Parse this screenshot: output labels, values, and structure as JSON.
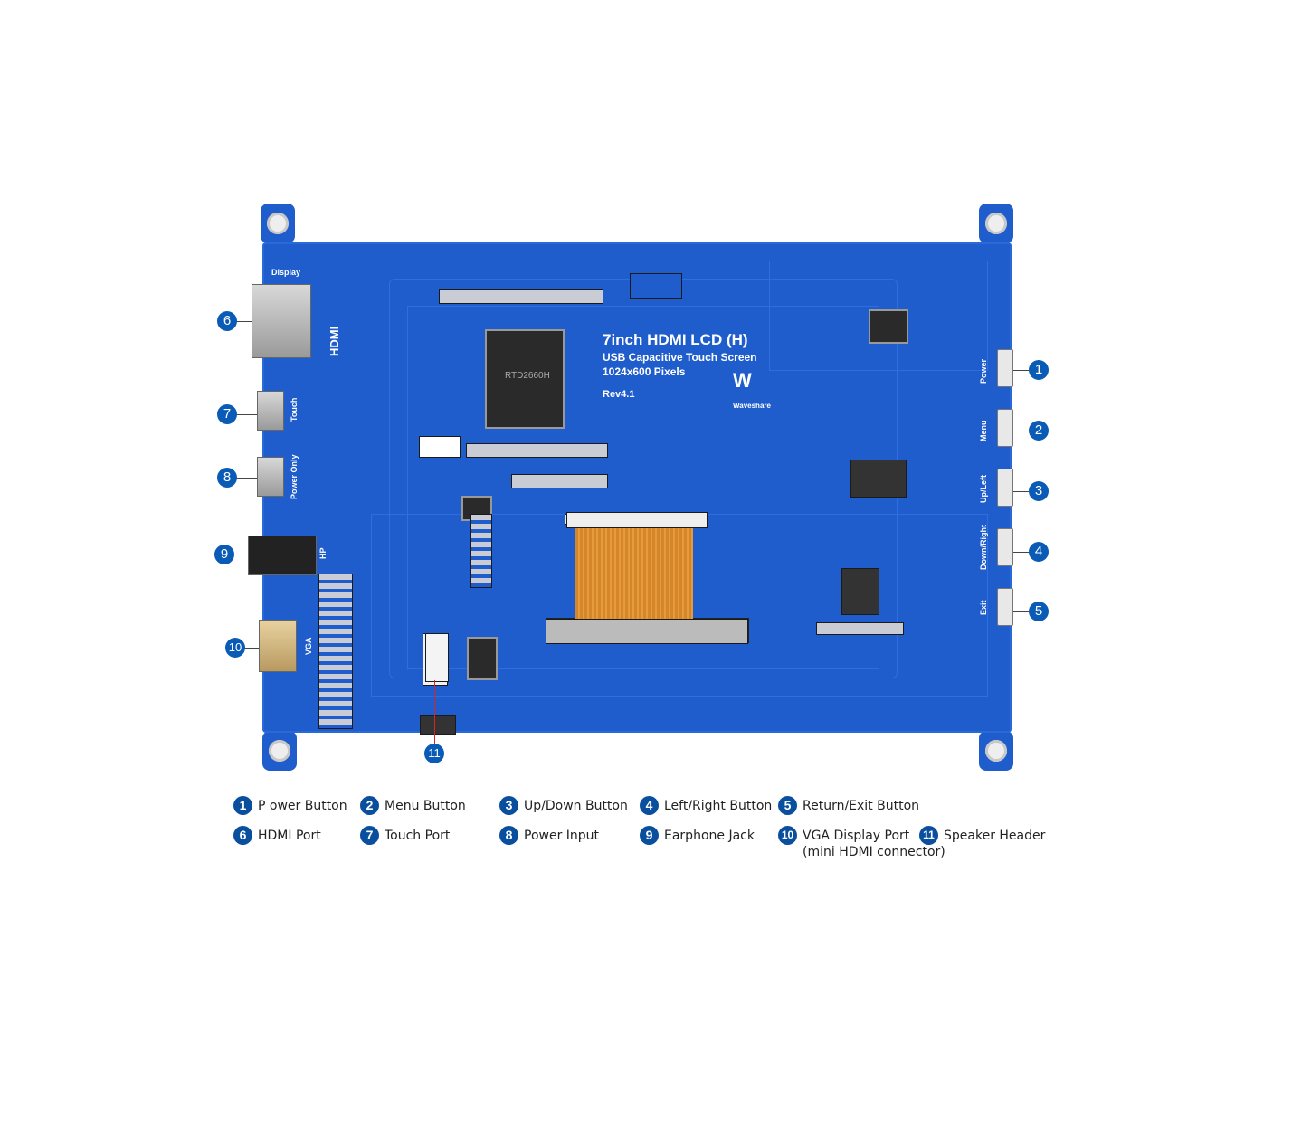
{
  "board": {
    "title": "7inch HDMI LCD (H)",
    "subtitle": "USB Capacitive Touch Screen",
    "resolution": "1024x600 Pixels",
    "revision": "Rev4.1",
    "brand": "Waveshare",
    "chip_label": "RTD2660H",
    "silkscreen": {
      "display": "Display",
      "hdmi": "HDMI",
      "touch": "Touch",
      "power_only": "Power Only",
      "hp": "HP",
      "vga": "VGA",
      "power": "Power",
      "menu": "Menu",
      "up_left": "Up/Left",
      "down_right": "Down/Right",
      "exit": "Exit"
    },
    "color": "#1f5ccc"
  },
  "callouts": [
    "1",
    "2",
    "3",
    "4",
    "5",
    "6",
    "7",
    "8",
    "9",
    "10",
    "11"
  ],
  "legend": [
    {
      "num": "1",
      "label": "P ower Button"
    },
    {
      "num": "2",
      "label": "Menu Button"
    },
    {
      "num": "3",
      "label": "Up/Down Button"
    },
    {
      "num": "4",
      "label": "Left/Right Button"
    },
    {
      "num": "5",
      "label": "Return/Exit Button"
    },
    {
      "num": "6",
      "label": "HDMI Port"
    },
    {
      "num": "7",
      "label": "Touch Port"
    },
    {
      "num": "8",
      "label": "Power Input"
    },
    {
      "num": "9",
      "label": "Earphone Jack"
    },
    {
      "num": "10",
      "label": "VGA Display Port\n(mini HDMI connector)"
    },
    {
      "num": "11",
      "label": "Speaker Header"
    }
  ],
  "accent_color": "#0a5bb5"
}
